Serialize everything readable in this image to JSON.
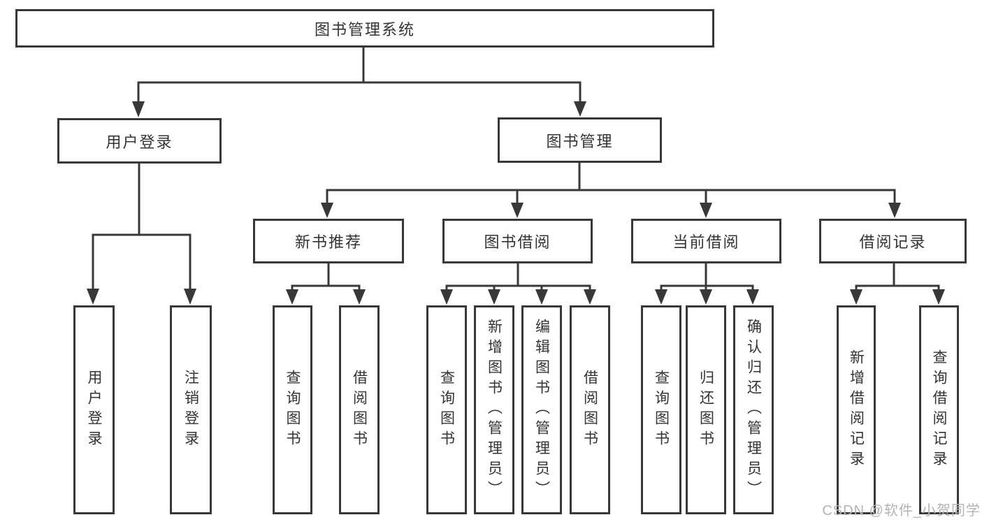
{
  "diagram": {
    "title": "图书管理系统",
    "root": {
      "label": "图书管理系统"
    },
    "level2": [
      {
        "label": "用户登录"
      },
      {
        "label": "图书管理"
      }
    ],
    "level3": [
      {
        "label": "新书推荐"
      },
      {
        "label": "图书借阅"
      },
      {
        "label": "当前借阅"
      },
      {
        "label": "借阅记录"
      }
    ],
    "leaves": {
      "user_login": [
        "用户登录",
        "注销登录"
      ],
      "new_book_recommend": [
        "查询图书",
        "借阅图书"
      ],
      "book_borrow": [
        "查询图书",
        "新增图书（管理员）",
        "编辑图书（管理员）",
        "借阅图书"
      ],
      "current_borrow": [
        "查询图书",
        "归还图书",
        "确认归还（管理员）"
      ],
      "borrow_records": [
        "新增借阅记录",
        "查询借阅记录"
      ]
    }
  },
  "watermark": {
    "text": "CSDN @软件_小贺同学"
  },
  "colors": {
    "line": "#383838",
    "box_border": "#383838",
    "text": "#333333",
    "watermark": "#b3b3b3",
    "background": "#ffffff"
  }
}
